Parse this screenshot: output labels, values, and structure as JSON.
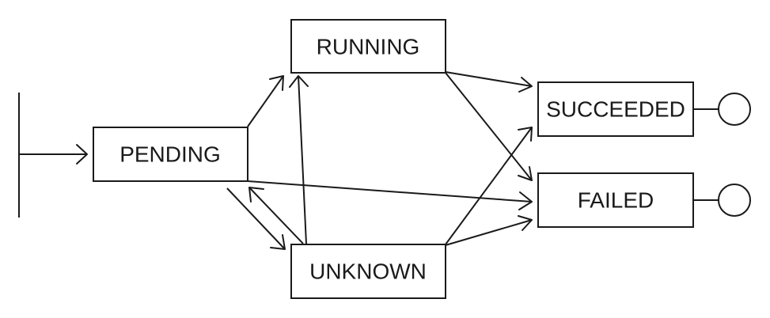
{
  "diagram": {
    "states": {
      "pending": "PENDING",
      "running": "RUNNING",
      "unknown": "UNKNOWN",
      "succeeded": "SUCCEEDED",
      "failed": "FAILED"
    },
    "transitions": [
      {
        "from": "start",
        "to": "pending"
      },
      {
        "from": "pending",
        "to": "running"
      },
      {
        "from": "pending",
        "to": "unknown"
      },
      {
        "from": "pending",
        "to": "failed"
      },
      {
        "from": "unknown",
        "to": "pending"
      },
      {
        "from": "unknown",
        "to": "running"
      },
      {
        "from": "unknown",
        "to": "succeeded"
      },
      {
        "from": "unknown",
        "to": "failed"
      },
      {
        "from": "running",
        "to": "succeeded"
      },
      {
        "from": "running",
        "to": "failed"
      },
      {
        "from": "succeeded",
        "to": "end"
      },
      {
        "from": "failed",
        "to": "end"
      }
    ],
    "colors": {
      "stroke": "#1a1a1a",
      "background": "#ffffff"
    }
  }
}
